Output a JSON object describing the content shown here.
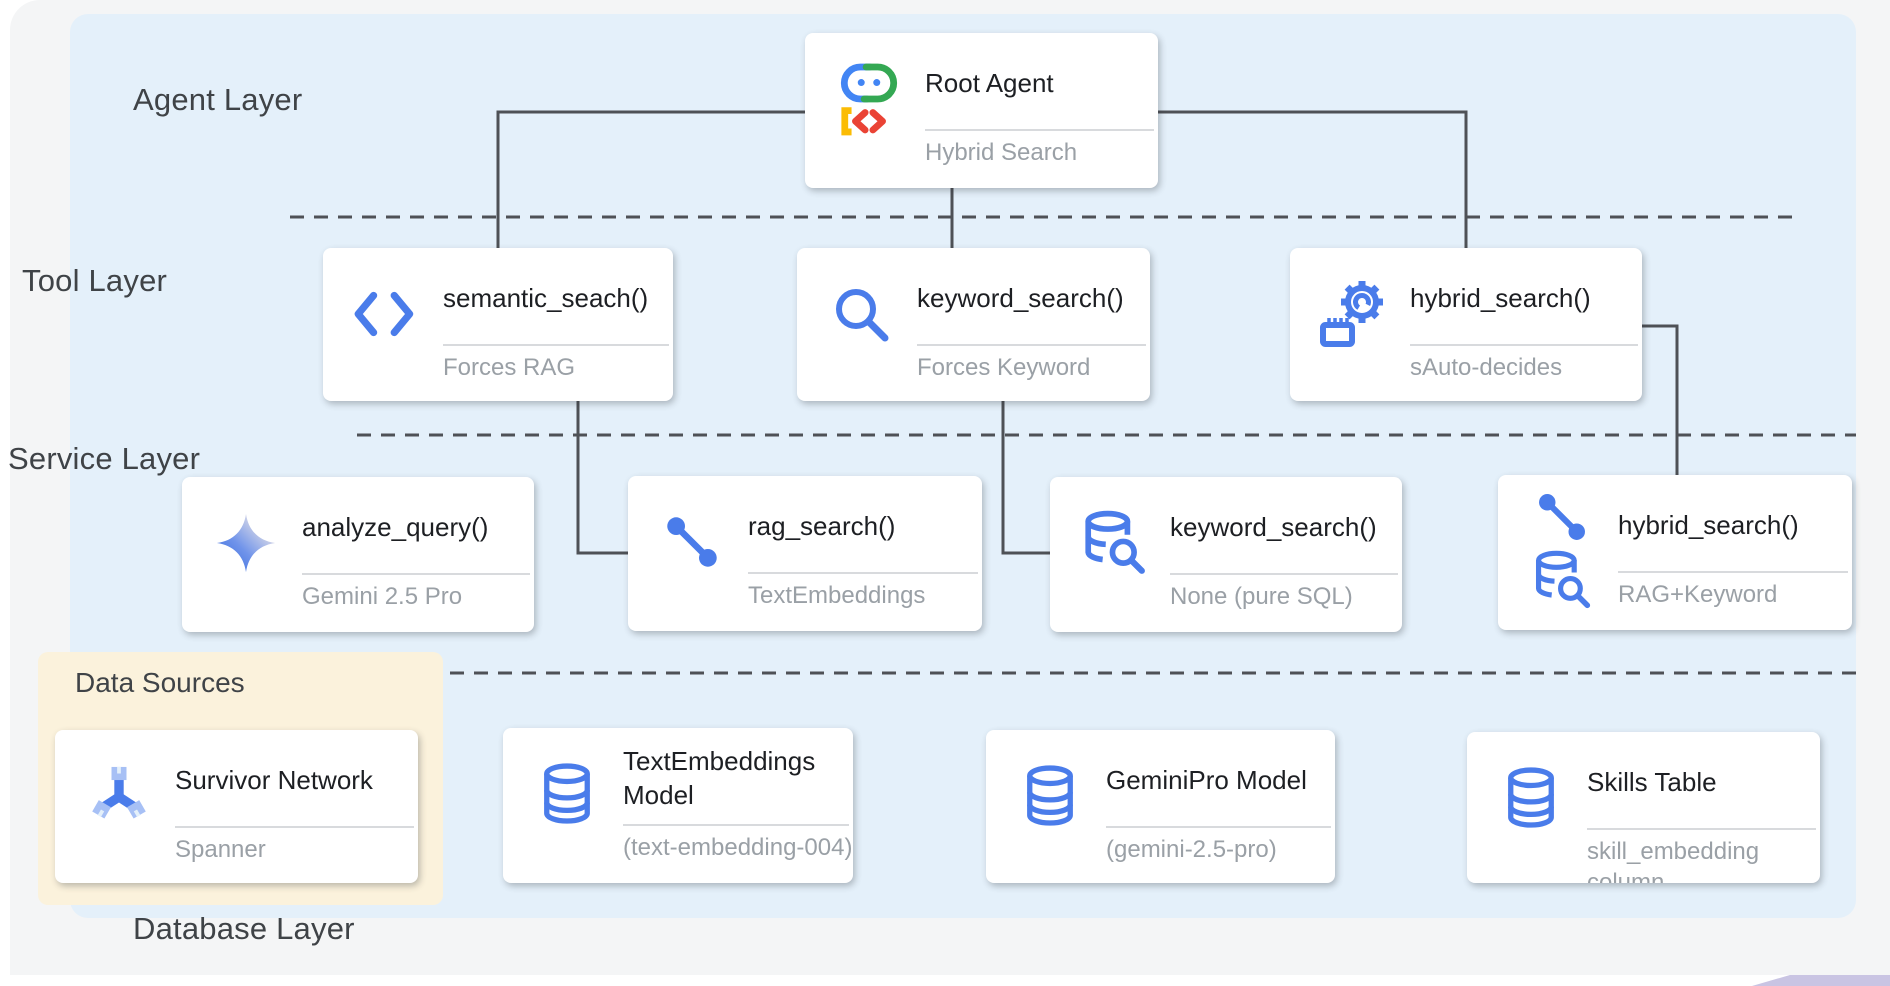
{
  "diagram": {
    "layer_labels": {
      "agent": "Agent Layer",
      "tool": "Tool Layer",
      "service": "Service Layer",
      "database": "Database Layer"
    },
    "data_sources_label": "Data Sources",
    "nodes": {
      "root_agent": {
        "title": "Root Agent",
        "subtitle": "Hybrid Search",
        "icon": "adk-robot-icon"
      },
      "semantic_search_tool": {
        "title": "semantic_seach()",
        "subtitle": "Forces RAG",
        "icon": "code-brackets-icon"
      },
      "keyword_search_tool": {
        "title": "keyword_search()",
        "subtitle": "Forces Keyword",
        "icon": "magnifier-icon"
      },
      "hybrid_search_tool": {
        "title": "hybrid_search()",
        "subtitle": "sAuto-decides",
        "icon": "gear-manufacturing-icon"
      },
      "analyze_query_service": {
        "title": "analyze_query()",
        "subtitle": "Gemini 2.5 Pro",
        "icon": "gemini-sparkle-icon"
      },
      "rag_search_service": {
        "title": "rag_search()",
        "subtitle": "TextEmbeddings",
        "icon": "vector-line-icon"
      },
      "keyword_search_service": {
        "title": "keyword_search()",
        "subtitle": "None (pure SQL)",
        "icon": "database-search-icon"
      },
      "hybrid_search_service": {
        "title": "hybrid_search()",
        "subtitle": "RAG+Keyword",
        "icon": "vector-line-icon,database-search-icon"
      },
      "survivor_network": {
        "title": "Survivor Network",
        "subtitle": "Spanner",
        "icon": "spanner-icon"
      },
      "text_embeddings_model": {
        "title": "TextEmbeddings Model",
        "subtitle": "(text-embedding-004)",
        "icon": "database-icon"
      },
      "gemini_pro_model": {
        "title": "GeminiPro Model",
        "subtitle": "(gemini-2.5-pro)",
        "icon": "database-icon"
      },
      "skills_table": {
        "title": "Skills Table",
        "subtitle": "skill_embedding column",
        "icon": "database-icon"
      }
    },
    "colors": {
      "panel_blue": "#e4f0fa",
      "panel_cream": "#fbf2dc",
      "icon_blue": "#4a7cea",
      "connector_gray": "#4e5156",
      "title_text": "#1d1f23",
      "subtitle_text": "#9aa0a6",
      "label_text": "#3f4347",
      "accent_lavender": "#c9c4e3",
      "robot_green": "#34a853",
      "robot_blue": "#4285f4",
      "robot_yellow": "#fbbc04",
      "robot_red": "#ea4335"
    }
  }
}
